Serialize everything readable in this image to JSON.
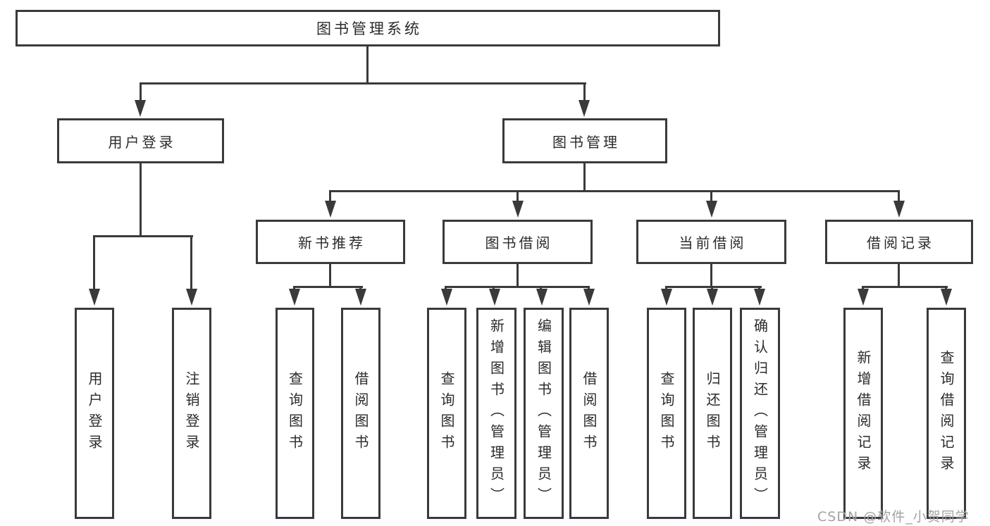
{
  "diagram": {
    "title": "图书管理系统",
    "colors": {
      "background": "#ffffff",
      "line": "#3a3a3c",
      "text": "#2b2b2d",
      "watermark": "#a3a3a3"
    },
    "nodes": {
      "root": "图书管理系统",
      "user_login": "用户登录",
      "book_mgmt": "图书管理",
      "new_book_rec": "新书推荐",
      "book_borrow": "图书借阅",
      "current_borrow": "当前借阅",
      "borrow_records": "借阅记录"
    },
    "leaves": {
      "user_login_leaf": "用户登录",
      "logout_leaf": "注销登录",
      "query_book_rec": "查询图书",
      "borrow_book_rec": "借阅图书",
      "query_book_borrow": "查询图书",
      "add_book_admin": "新增图书（管理员）",
      "edit_book_admin": "编辑图书（管理员）",
      "borrow_book_borrow": "借阅图书",
      "query_book_current": "查询图书",
      "return_book": "归还图书",
      "confirm_return_admin": "确认归还（管理员）",
      "add_borrow_record": "新增借阅记录",
      "query_borrow_record": "查询借阅记录"
    },
    "watermark": "CSDN @软件_小贺同学"
  }
}
